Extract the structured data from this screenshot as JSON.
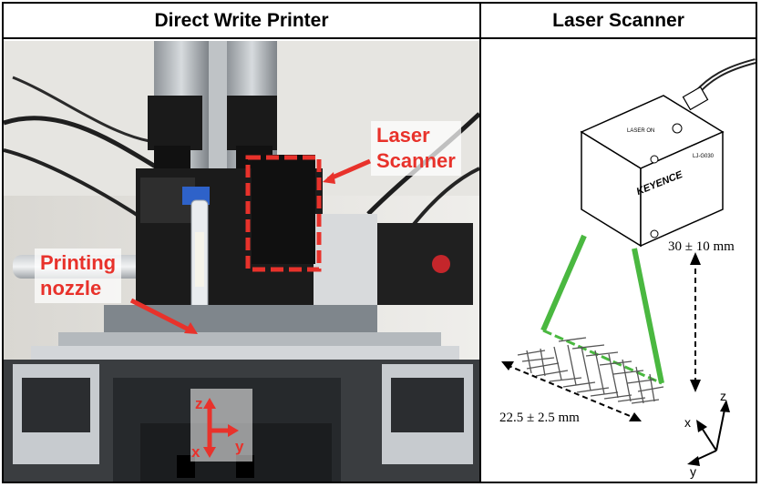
{
  "headers": {
    "left": "Direct Write Printer",
    "right": "Laser Scanner"
  },
  "photo": {
    "laser_label_line1": "Laser",
    "laser_label_line2": "Scanner",
    "nozzle_label_line1": "Printing",
    "nozzle_label_line2": "nozzle",
    "axis_z": "z",
    "axis_x": "x",
    "axis_y": "y"
  },
  "diagram": {
    "height_range": "30 ± 10 mm",
    "width_range": "22.5 ± 2.5 mm",
    "brand": "KEYENCE",
    "axis_z": "z",
    "axis_x": "x",
    "axis_y": "y"
  },
  "colors": {
    "callout_red": "#e8322b",
    "beam_green": "#4ab840"
  }
}
